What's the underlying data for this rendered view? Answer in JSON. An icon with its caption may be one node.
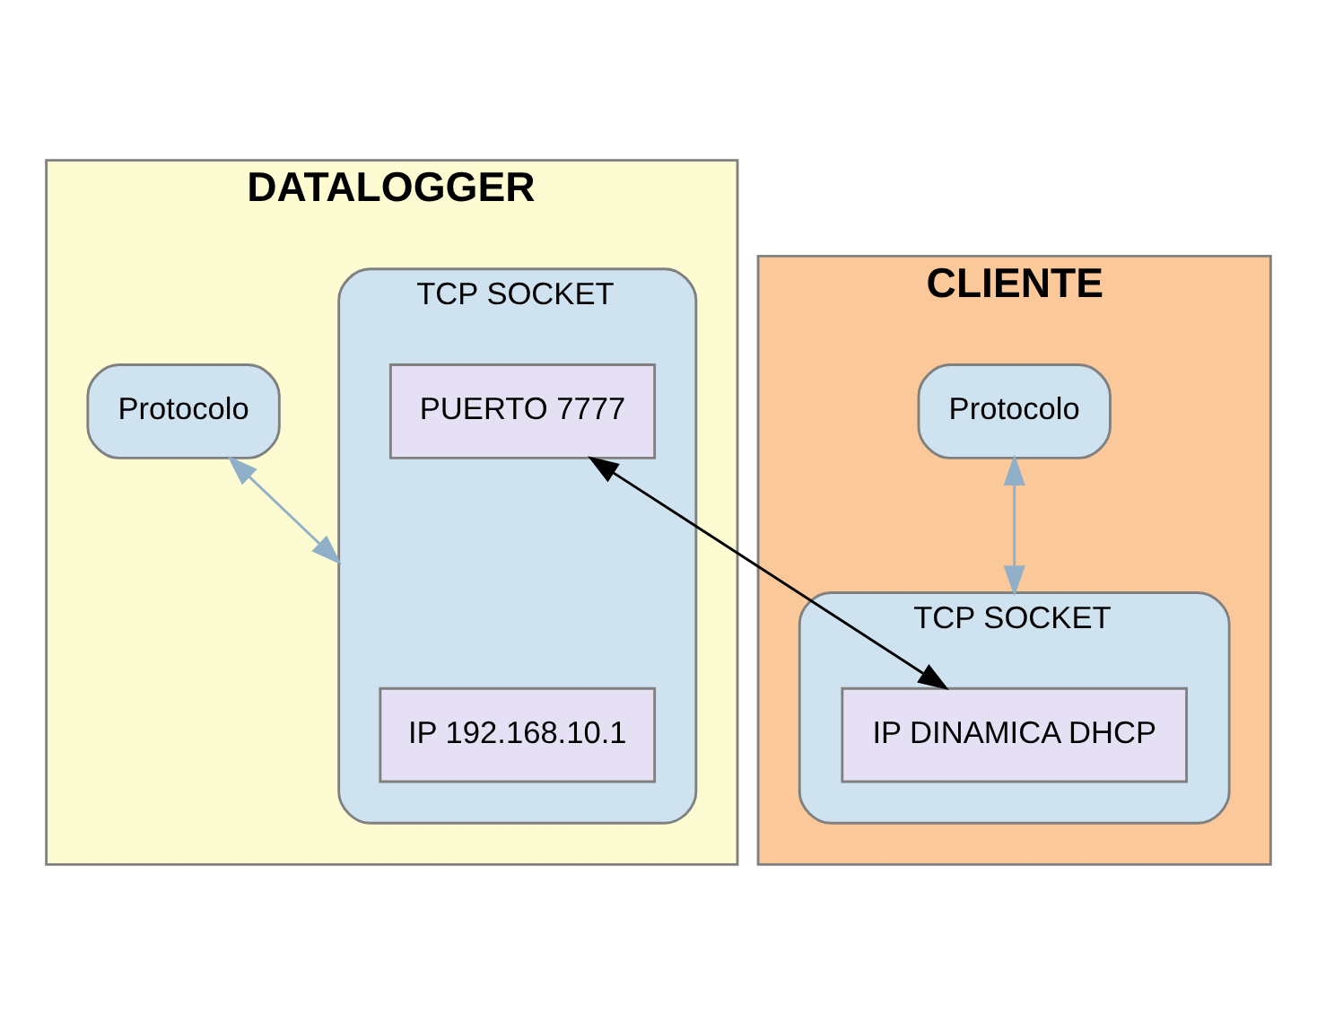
{
  "diagram": {
    "nodes": [
      {
        "text": [
          "DATALOGGER"
        ]
      },
      {
        "text": [
          "Protocolo"
        ],
        "in": 0
      },
      {
        "text": [
          "TCP SOCKET"
        ],
        "in": 0
      },
      {
        "text": [
          "IP 192.168.10.1"
        ],
        "in": 2
      },
      {
        "text": [
          "PUERTO 7777"
        ],
        "in": 2
      },
      {
        "text": [
          "CLIENTE"
        ]
      },
      {
        "text": [
          "Protocolo"
        ],
        "in": 5
      },
      {
        "text": [
          "TCP SOCKET"
        ],
        "in": 5
      },
      {
        "text": [
          "IP DINAMICA DHCP"
        ],
        "in": 7
      }
    ],
    "edges": [
      {
        "from": 1,
        "to": 2,
        "arrow": "both",
        "color": "#8fb0c8"
      },
      {
        "from": 6,
        "to": 7,
        "arrow": "both",
        "color": "#8fb0c8"
      },
      {
        "from": 8,
        "to": 4,
        "arrow": "both",
        "color": "#000000"
      }
    ]
  }
}
